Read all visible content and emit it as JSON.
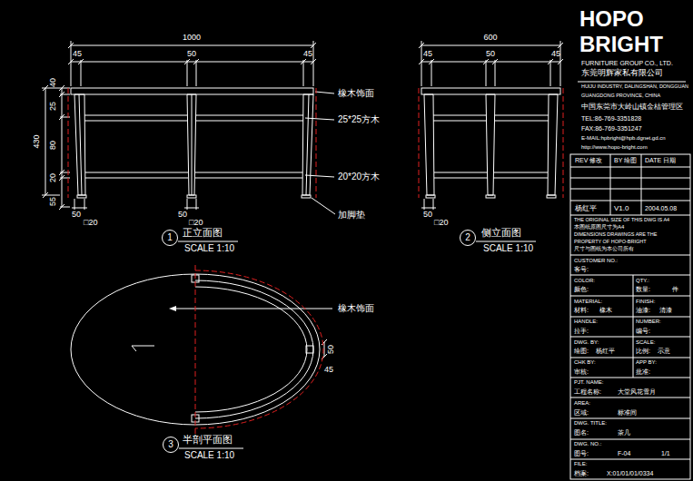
{
  "diagram": {
    "nodes": [
      {
        "text": [
          "1"
        ]
      },
      {
        "text": [
          "2"
        ]
      },
      {
        "text": [
          "3"
        ]
      }
    ],
    "labels": [
      "1000",
      "45",
      "50",
      "45",
      "40",
      "25",
      "80",
      "430",
      "20",
      "55",
      "50",
      "□20",
      "50",
      "□20",
      "橡木饰面",
      "25*25方木",
      "20*20方木",
      "加脚垫",
      "正立面图",
      "SCALE 1:10",
      "600",
      "45",
      "50",
      "45",
      "50",
      "□20",
      "侧立面图",
      "SCALE 1:10",
      "橡木饰面",
      "50",
      "45",
      "半剖平面图",
      "SCALE 1:10",
      "HOPO",
      "BRIGHT",
      "FURNITURE GROUP CO., LTD.",
      "东莞明辉家私有限公司",
      "HUIJU INDUSTRY, DALINGSHAN, DONGGUAN",
      "GUANGDONG PROVINCE, CHINA",
      "中国东莞市大岭山镇金桔管理区",
      "TEL:86-769-3351828",
      "FAX:86-769-3351247",
      "E-MAIL:hpbright@hpb.dgnet.gd.cn",
      "http://www.hopo-bright.com",
      "REV 修改",
      "BY 绘图",
      "DATE 日期",
      "杨红平",
      "V1.0",
      "2004.05.08",
      "THE ORIGINAL SIZE OF THIS DWG IS A4",
      "本图纸原图尺寸为A4",
      "DIMENSIONS DRAWINGS ARE THE",
      "PROPERTY OF HOPO-BRIGHT",
      "尺寸与图纸为本公司所有",
      "CUSTOMER NO.:",
      "客号:",
      "COLOR:",
      "QTY.:",
      "颜色:",
      "数量:",
      "件",
      "MATERIAL:",
      "FINISH:",
      "材料:",
      "橡木",
      "油漆:",
      "清漆",
      "HANDLE:",
      "NUMBER:",
      "拉手:",
      "编号:",
      "DWG. BY:",
      "SCALE:",
      "绘图:",
      "杨红平",
      "比例:",
      "示意",
      "CHK BY:",
      "APP BY:",
      "审核:",
      "批准:",
      "PJT. NAME:",
      "工程名称:",
      "大堂风花雪月",
      "AREA:",
      "区域:",
      "标准间",
      "DWG. TITLE:",
      "图名:",
      "茶几",
      "DWG. NO.:",
      "图号:",
      "F-04",
      "1/1",
      "FILE:",
      "档案:",
      "X:01/01/01/0334"
    ]
  }
}
